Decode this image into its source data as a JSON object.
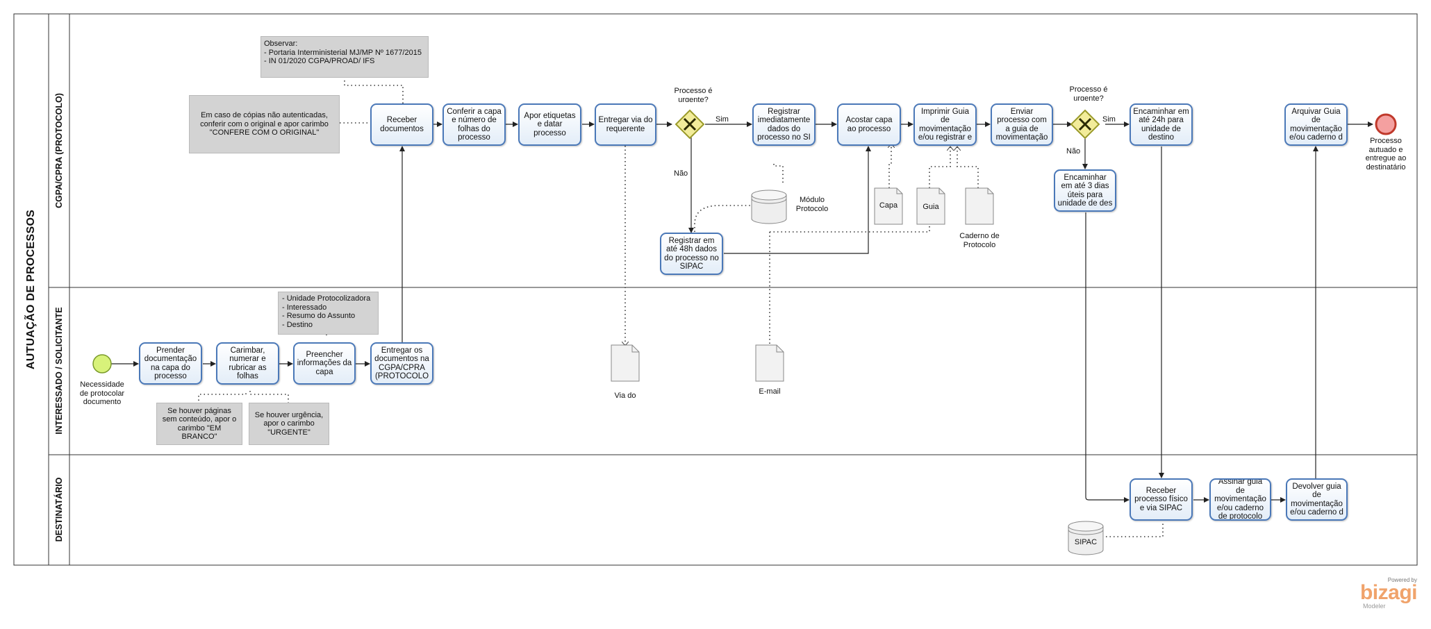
{
  "pool": {
    "title": "AUTUAÇÃO DE PROCESSOS"
  },
  "lanes": {
    "cgpa": "CGPA/CPRA (PROTOCOLO)",
    "interessado": "INTERESSADO / SOLICITANTE",
    "destinatario": "DESTINATÁRIO"
  },
  "events": {
    "start_label": "Necessidade de protocolar documento",
    "end_label": "Processo autuado e entregue ao destinatário"
  },
  "tasks": {
    "receber_documentos": "Receber documentos",
    "conferir_capa": "Conferir a capa e número de folhas do processo",
    "apor_etiquetas": "Apor etiquetas e datar processo",
    "entregar_via": "Entregar via do requerente",
    "registrar_imediatamente": "Registrar imediatamente dados do processo no SI",
    "acostar_capa": "Acostar capa ao processo",
    "imprimir_guia": "Imprimir Guia de movimentação e/ou registrar e",
    "enviar_processo": "Enviar processo com a guia de movimentação",
    "encaminhar_24h": "Encaminhar em até 24h para unidade de destino",
    "arquivar_guia": "Arquivar Guia de movimentação e/ou caderno d",
    "registrar_48h": "Registrar em até 48h dados do processo no SIPAC",
    "encaminhar_3dias": "Encaminhar em até 3 dias úteis para unidade de des",
    "prender_documentacao": "Prender documentação na capa do processo",
    "carimbar": "Carimbar, numerar e rubricar as folhas",
    "preencher": "Preencher informações da capa",
    "entregar_documentos": "Entregar os documentos na CGPA/CPRA (PROTOCOLO",
    "receber_processo": "Receber processo físico e via SIPAC",
    "assinar_guia": "Assinar guia de movimentação e/ou caderno de protocolo",
    "devolver_guia": "Devolver guia de movimentação e/ou caderno d"
  },
  "gateways": {
    "gw1_label": "Processo é urgente?",
    "gw2_label": "Processo é urgente?",
    "sim": "Sim",
    "nao": "Não"
  },
  "notes": {
    "observar": "Observar:\n- Portaria Interministerial MJ/MP Nº 1677/2015\n- IN 01/2020 CGPA/PROAD/ IFS",
    "copias": "Em caso de cópias não autenticadas, conferir com o original e apor carimbo \"CONFERE COM O ORIGINAL\"",
    "campos": "- Unidade Protocolizadora\n- Interessado\n- Resumo do Assunto\n- Destino",
    "em_branco": "Se houver páginas sem conteúdo, apor o carimbo \"EM BRANCO\"",
    "urgente": "Se houver urgência, apor o carimbo \"URGENTE\""
  },
  "artifacts": {
    "via_do": "Via do",
    "email": "E-mail",
    "capa": "Capa",
    "guia": "Guia",
    "caderno": "Caderno de Protocolo",
    "modulo_protocolo": "Módulo Protocolo",
    "sipac": "SIPAC"
  },
  "brand": {
    "powered": "Powered by",
    "logo": "bizagi",
    "sub": "Modeler"
  },
  "colors": {
    "task_border": "#4a78b8",
    "gateway_fill": "#f2ec9a",
    "gateway_border": "#9a9a2a",
    "start_fill": "#d8f27a",
    "end_fill": "#f4a0a0",
    "end_border": "#c0392b",
    "note_fill": "#d3d3d3"
  }
}
